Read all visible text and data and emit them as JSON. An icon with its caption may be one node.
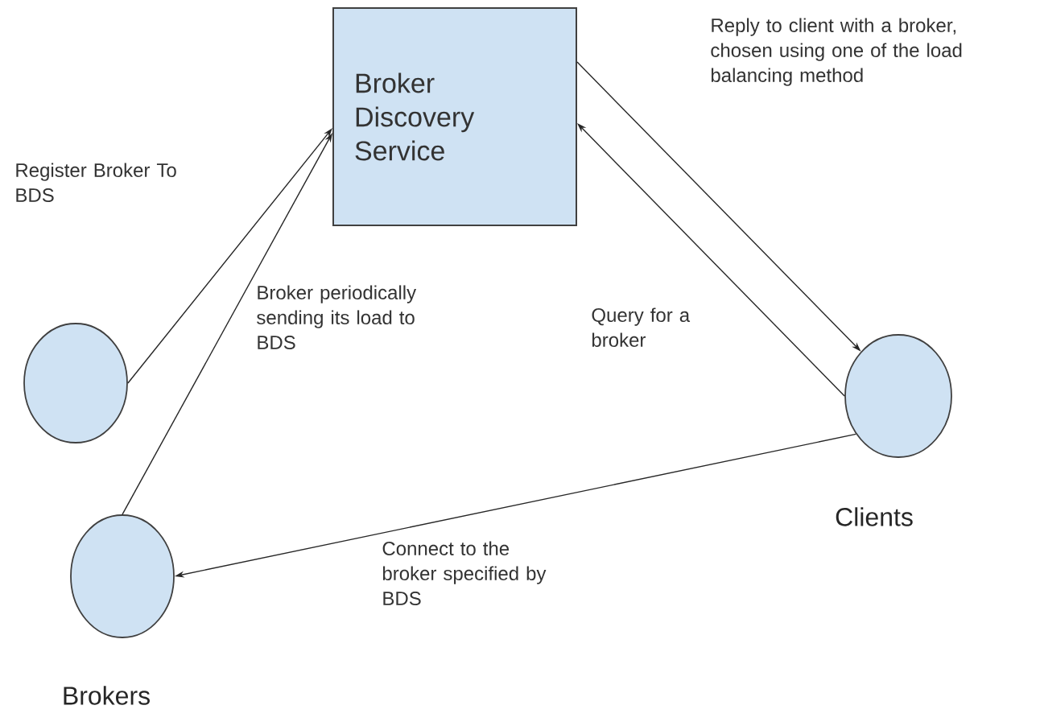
{
  "diagram": {
    "nodes": [
      {
        "text": [
          "Broker Discovery Service"
        ]
      },
      {
        "text": [],
        "shape": "circle"
      },
      {
        "text": [],
        "shape": "circle",
        "beside": [
          "Brokers"
        ]
      },
      {
        "text": [],
        "shape": "circle",
        "beside": [
          "Clients"
        ]
      }
    ],
    "edges": [
      {
        "from": 1,
        "to": 0,
        "arrow": "to",
        "label": "Register Broker To BDS"
      },
      {
        "from": 2,
        "to": 0,
        "arrow": "to",
        "label": "Broker periodically sending its load to BDS"
      },
      {
        "from": 3,
        "to": 0,
        "arrow": "to",
        "label": "Query for a broker"
      },
      {
        "from": 0,
        "to": 3,
        "arrow": "to",
        "label": "Reply to client with a broker, chosen using one of the load balancing method"
      },
      {
        "from": 3,
        "to": 2,
        "arrow": "to",
        "label": "Connect to the broker specified by BDS"
      }
    ]
  }
}
